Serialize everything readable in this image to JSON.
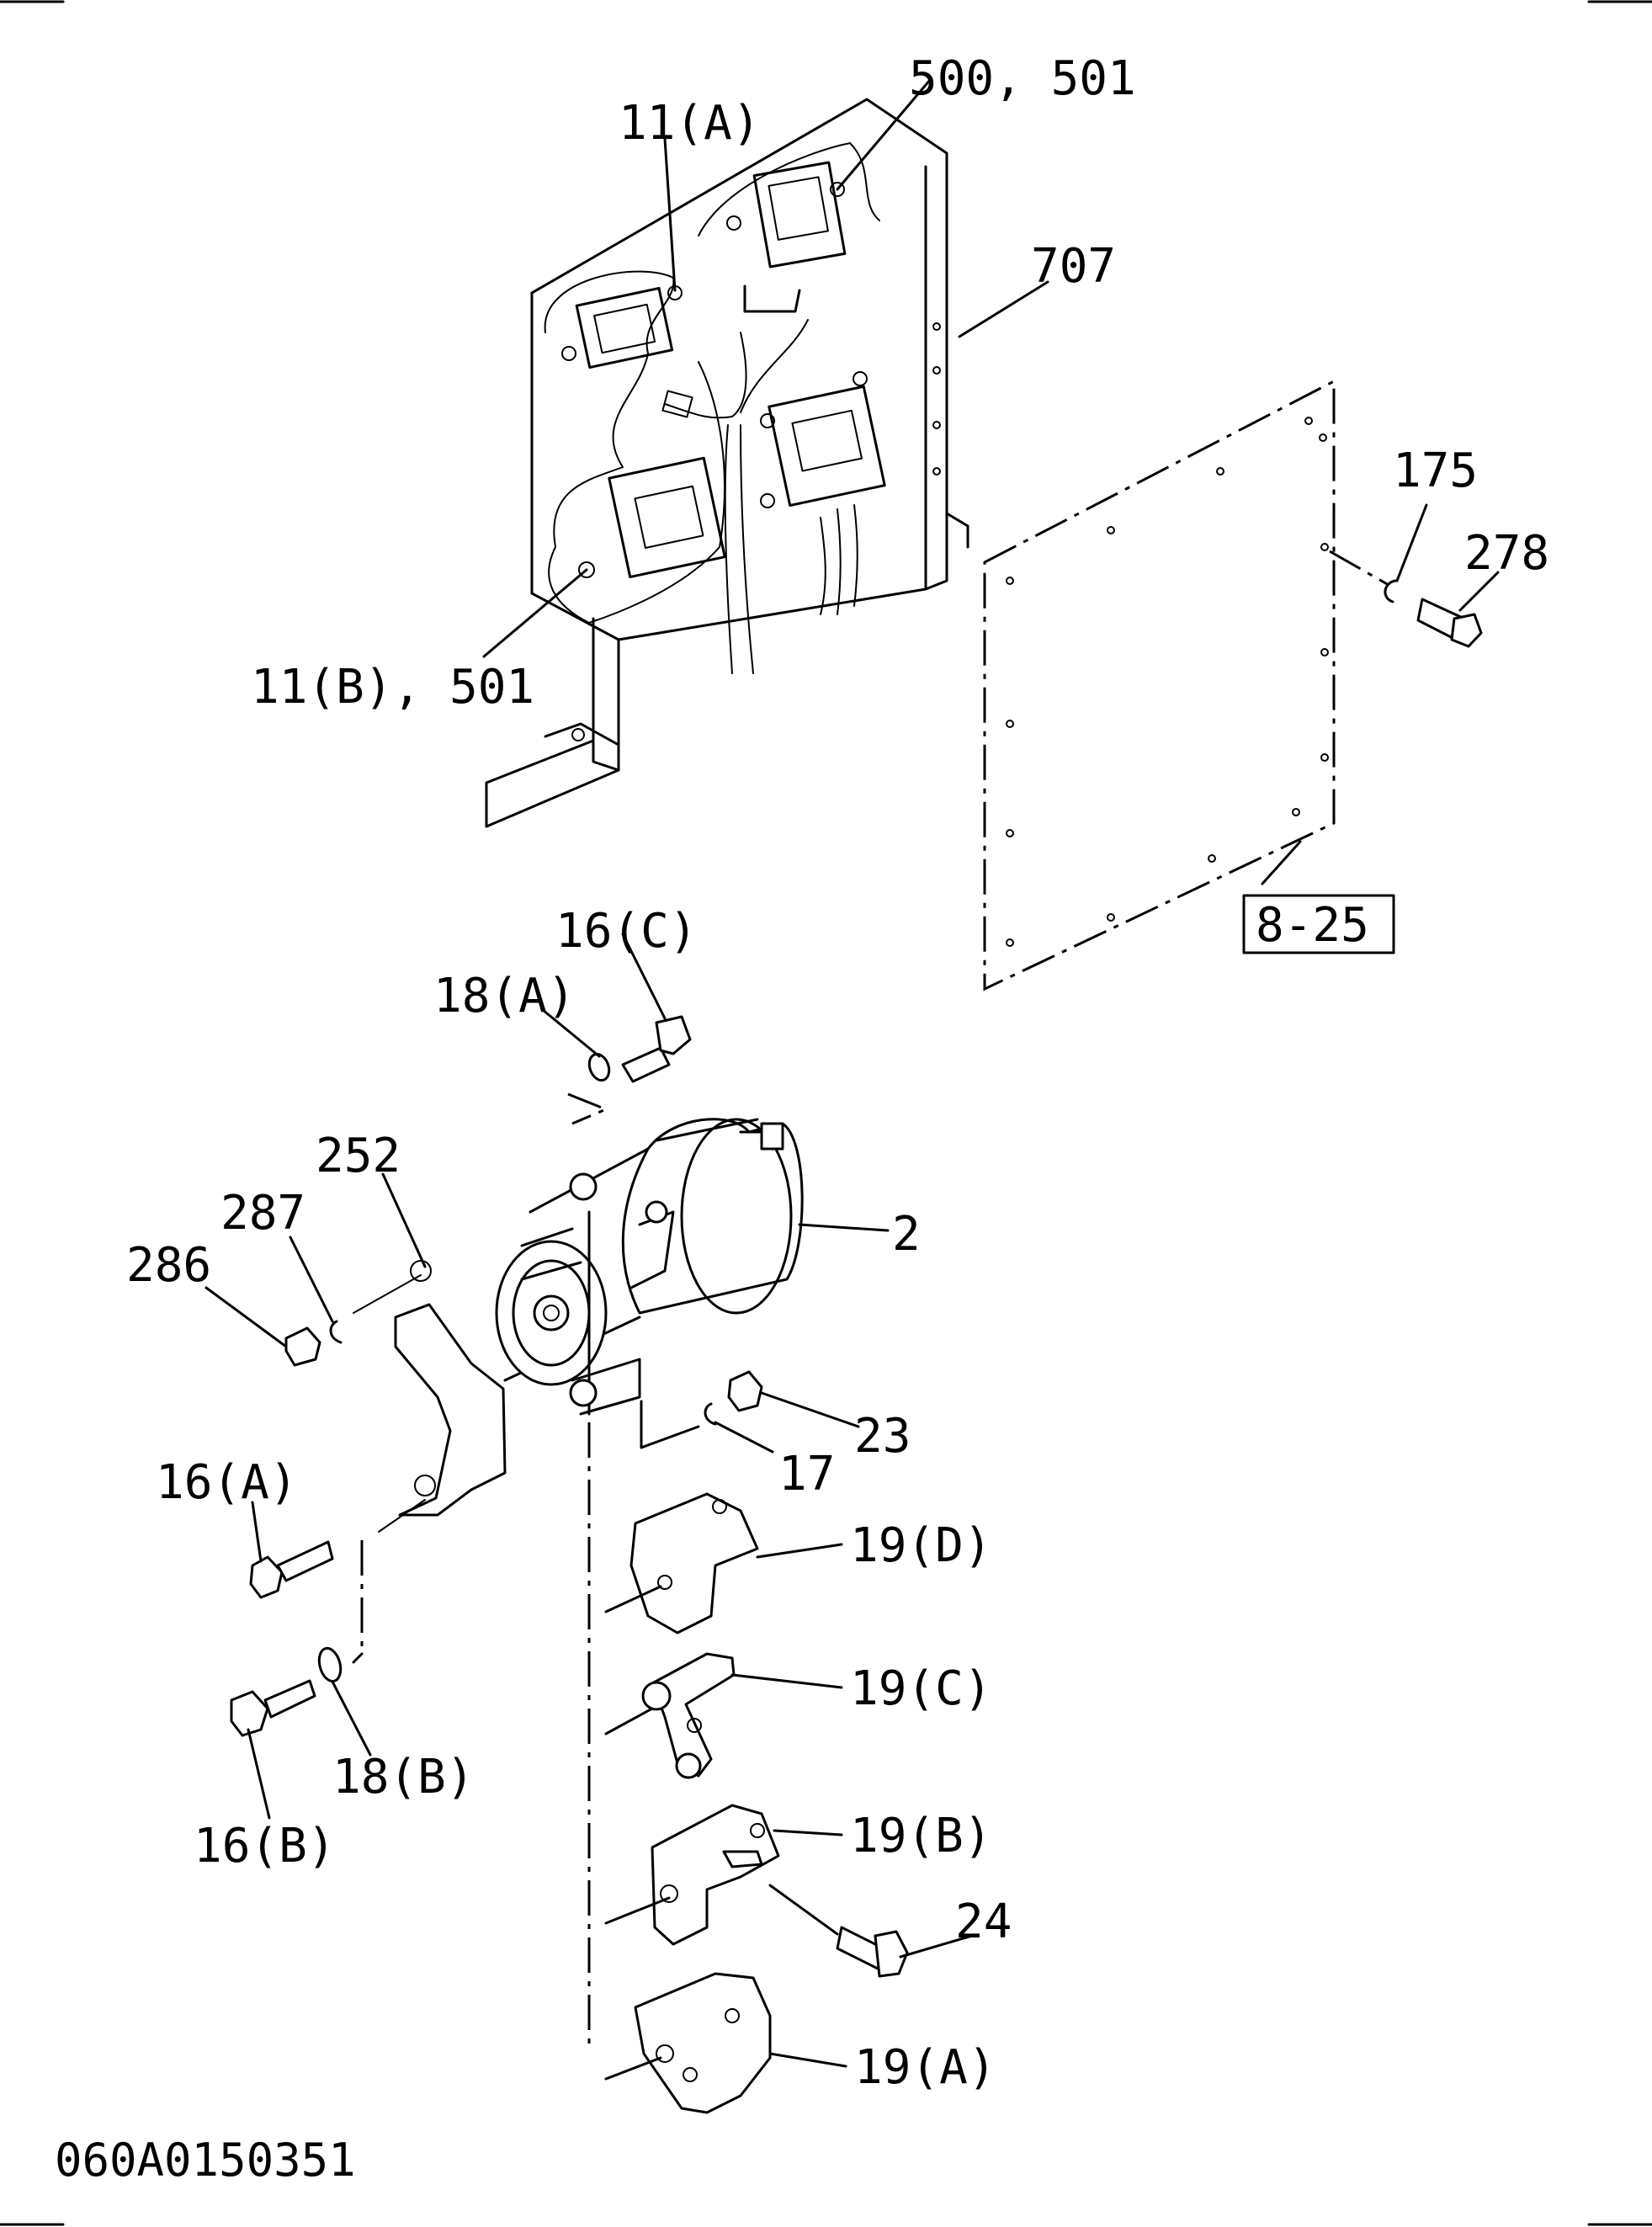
{
  "labels": {
    "l_11a": "11(A)",
    "l_500": "500, 501",
    "l_707": "707",
    "l_11b": "11(B), 501",
    "l_175": "175",
    "l_278": "278",
    "l_825": "8-25",
    "l_16c": "16(C)",
    "l_18a": "18(A)",
    "l_252": "252",
    "l_287": "287",
    "l_286": "286",
    "l_2": "2",
    "l_23": "23",
    "l_17": "17",
    "l_16a": "16(A)",
    "l_19d": "19(D)",
    "l_19c": "19(C)",
    "l_18b": "18(B)",
    "l_16b": "16(B)",
    "l_19b": "19(B)",
    "l_24": "24",
    "l_19a": "19(A)"
  },
  "drawing_code": "060A0150351"
}
